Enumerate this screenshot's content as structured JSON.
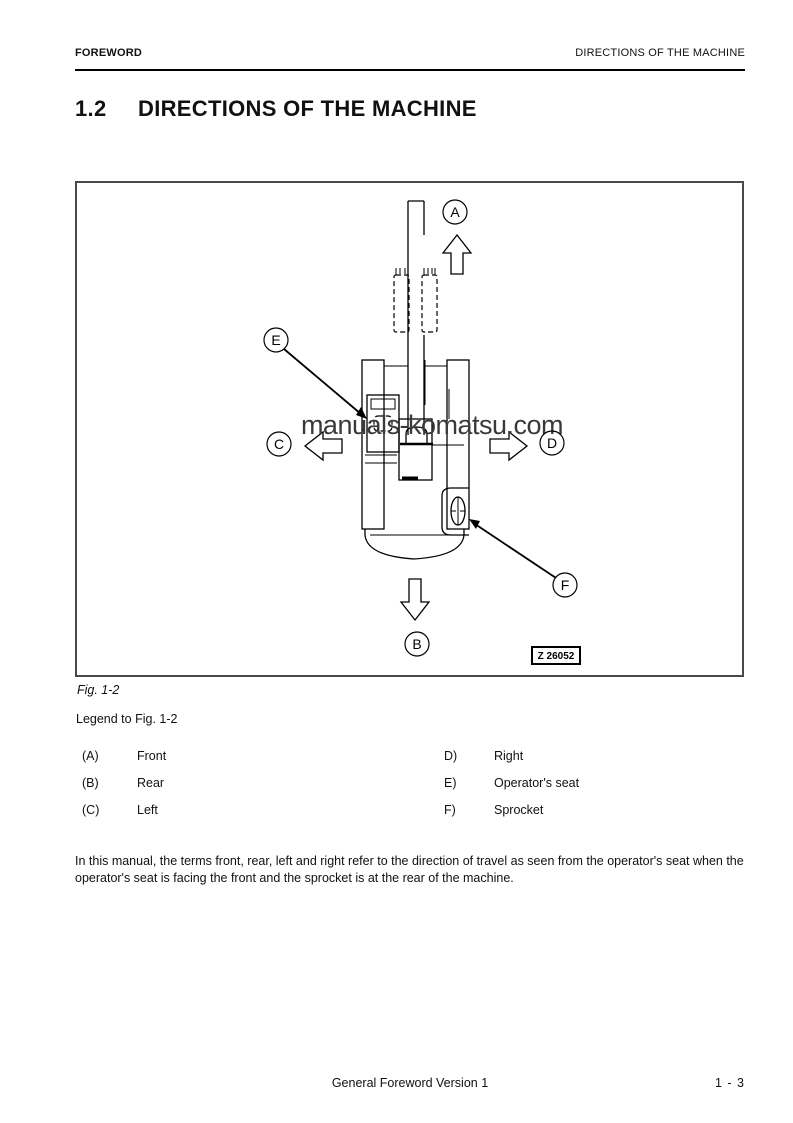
{
  "header": {
    "section": "FOREWORD",
    "chapter": "DIRECTIONS OF THE MACHINE"
  },
  "title": {
    "number": "1.2",
    "text": "DIRECTIONS OF THE MACHINE"
  },
  "figure": {
    "caption": "Fig. 1-2",
    "watermark": "manuals-komatsu.com",
    "drawing_number": "Z 26052",
    "callouts": {
      "front": "A",
      "rear": "B",
      "left": "C",
      "right": "D",
      "operator_seat": "E",
      "sprocket": "F"
    }
  },
  "legend": {
    "heading": "Legend to Fig. 1-2",
    "left_column": [
      {
        "key": "(A)",
        "label": "Front"
      },
      {
        "key": "(B)",
        "label": "Rear"
      },
      {
        "key": "(C)",
        "label": "Left"
      }
    ],
    "right_column": [
      {
        "key": "D)",
        "label": "Right"
      },
      {
        "key": "E)",
        "label": "Operator's seat"
      },
      {
        "key": "F)",
        "label": "Sprocket"
      }
    ]
  },
  "paragraph": "In this manual, the terms front, rear, left and right refer to the direction of travel as seen from the operator's seat when the operator's seat is facing the front and the sprocket is at the rear of the machine.",
  "footer": {
    "center": "General Foreword Version 1",
    "page": "1 - 3"
  },
  "colors": {
    "line": "#000000",
    "figure_border": "#4a4a4a",
    "watermark": "#3a3a3a",
    "text": "#111111"
  }
}
